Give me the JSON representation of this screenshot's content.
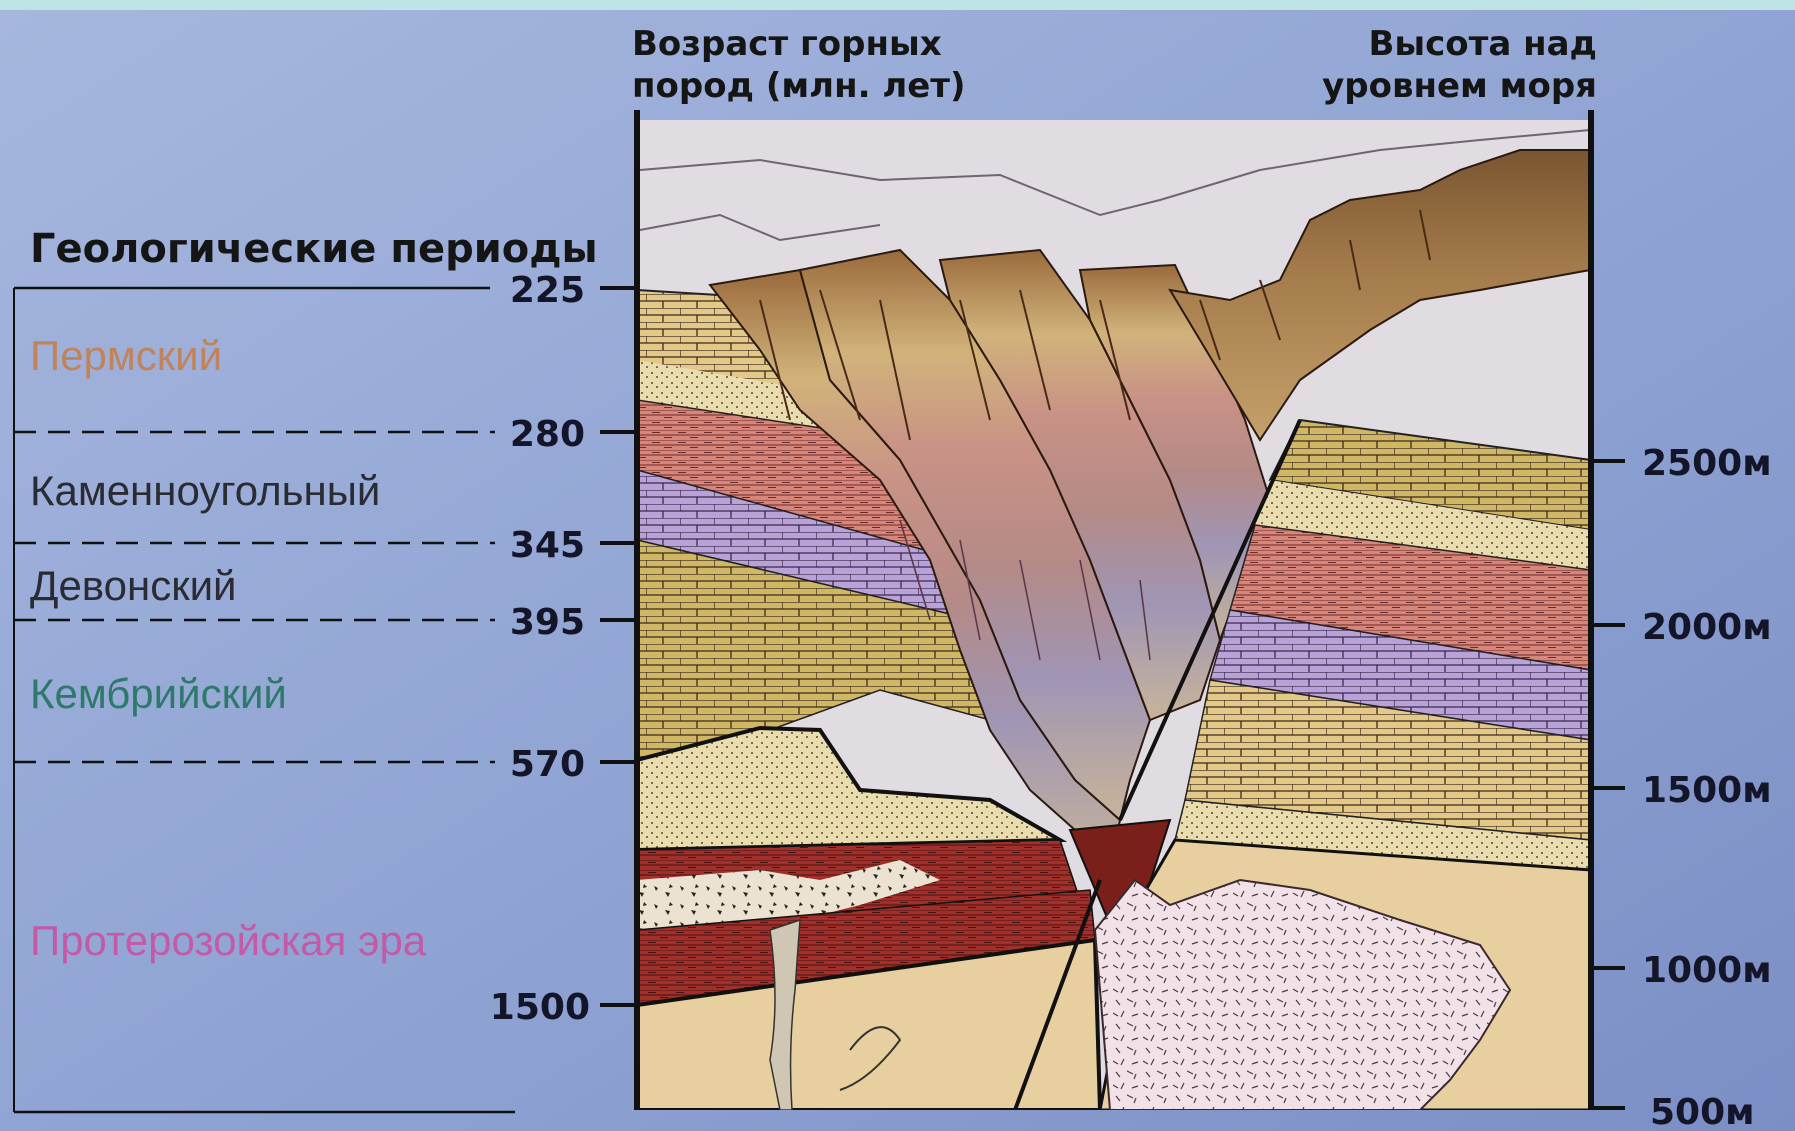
{
  "left_title": "Геологические периоды",
  "axis_left_title": [
    "Возраст горных",
    "пород (млн. лет)"
  ],
  "axis_right_title": [
    "Высота над",
    "уровнем моря"
  ],
  "periods": [
    {
      "name": "Пермский",
      "color": "#c0835a"
    },
    {
      "name": "Каменноугольный",
      "color": "#2b2b33"
    },
    {
      "name": "Девонский",
      "color": "#2b2b33"
    },
    {
      "name": "Кембрийский",
      "color": "#2e7a6a"
    },
    {
      "name": "Протерозойская эра",
      "color": "#c45aa6"
    }
  ],
  "age_ticks": [
    "225",
    "280",
    "345",
    "395",
    "570",
    "1500"
  ],
  "height_ticks": [
    "2500м",
    "2000м",
    "1500м",
    "1000м",
    "500м"
  ],
  "colors": {
    "background_top": "#9fb2dc",
    "background_bottom": "#7e93c9",
    "top_band": "#bfe4e6",
    "sky_plateau": "#e1dbe2",
    "basement": "#e8cfa0"
  }
}
